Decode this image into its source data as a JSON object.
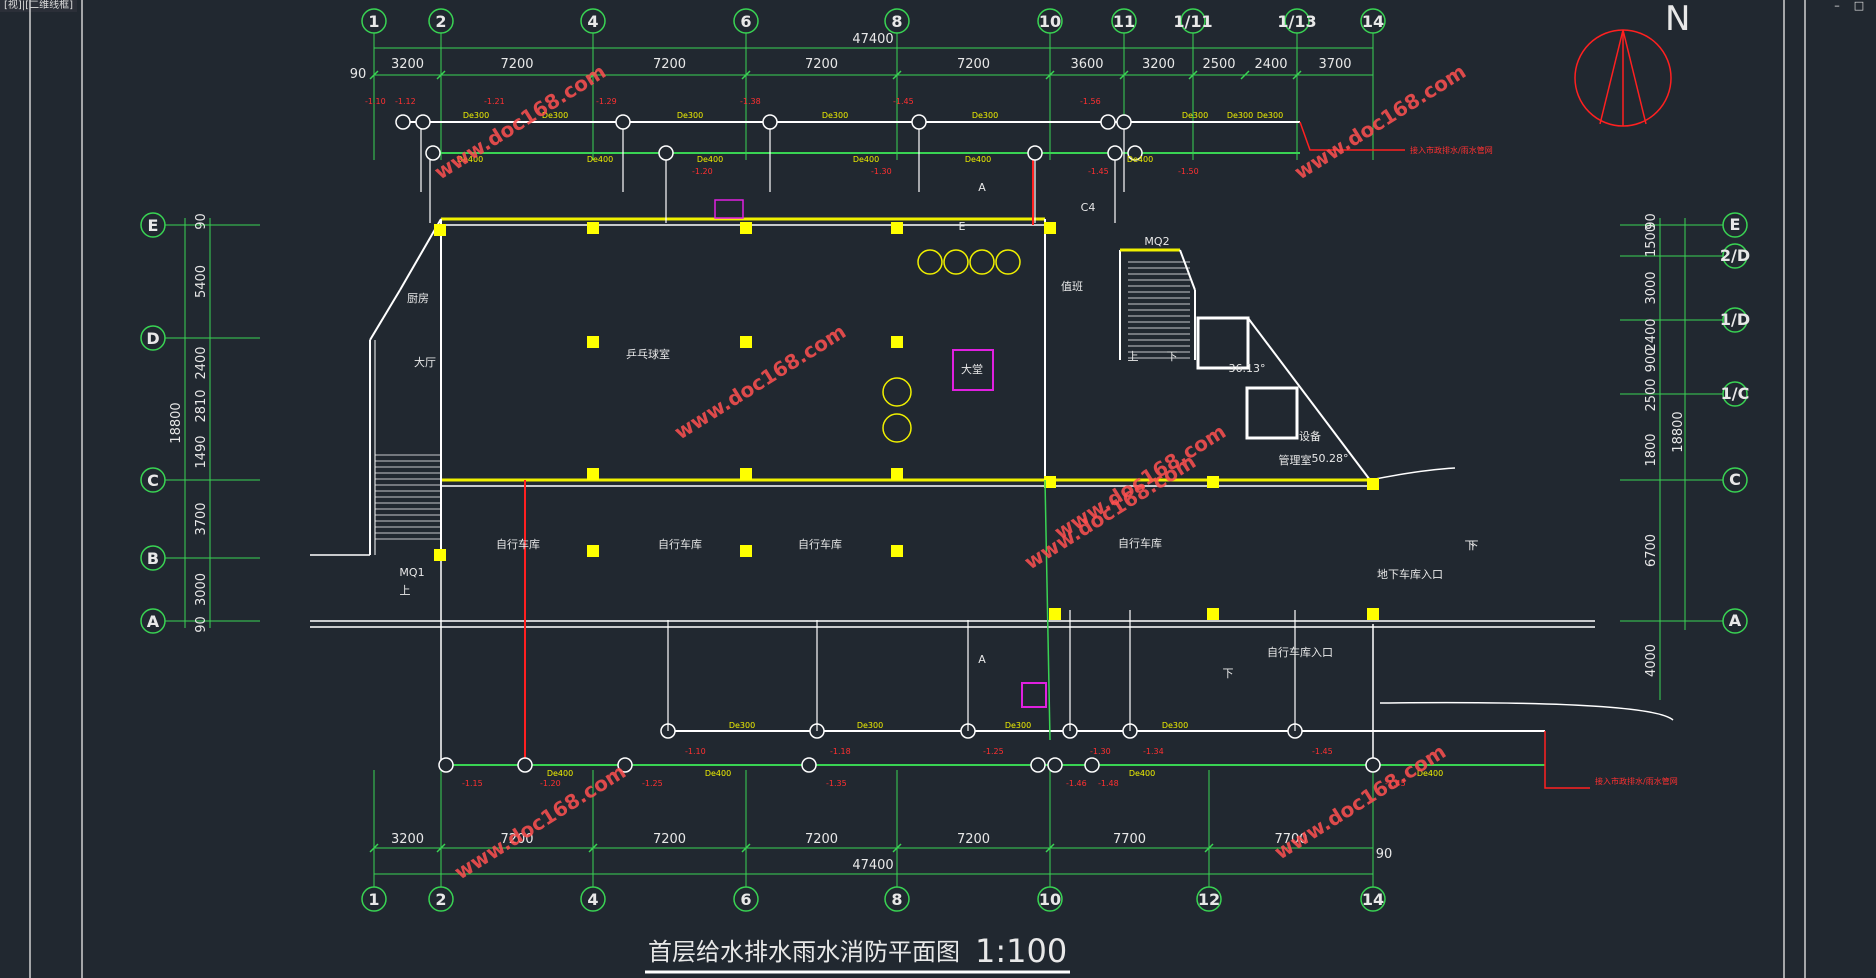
{
  "window": {
    "tab_title": "[视]|[二维线框]",
    "minimize_icon": "minimize-icon",
    "maximize_icon": "maximize-icon"
  },
  "drawing": {
    "title": "首层给水排水雨水消防平面图",
    "scale": "1:100",
    "north_label": "N",
    "top_axes": [
      "1",
      "2",
      "4",
      "6",
      "8",
      "10",
      "11",
      "1/11",
      "1/13",
      "14"
    ],
    "bottom_axes": [
      "1",
      "2",
      "4",
      "6",
      "8",
      "10",
      "12",
      "14"
    ],
    "left_axes": [
      "E",
      "D",
      "C",
      "B",
      "A"
    ],
    "right_axes": [
      "E",
      "2/D",
      "1/D",
      "1/C",
      "C",
      "A"
    ],
    "top_dims": [
      "3200",
      "7200",
      "7200",
      "7200",
      "7200",
      "3600",
      "3200",
      "2500",
      "2400",
      "3700"
    ],
    "top_total": "47400",
    "bottom_dims": [
      "3200",
      "7200",
      "7200",
      "7200",
      "7200",
      "7700",
      "7700"
    ],
    "bottom_total": "47400",
    "left_dims": [
      "90",
      "5400",
      "2400",
      "2810",
      "1490",
      "3700",
      "3000",
      "90"
    ],
    "left_total": "18800",
    "right_dims": [
      "90",
      "1500",
      "3000",
      "2400",
      "900",
      "2500",
      "1800",
      "6700",
      "4000"
    ],
    "right_total": "18800",
    "dim_90": "90",
    "rooms": [
      "乒乓球室",
      "大堂",
      "自行车库",
      "自行车库",
      "自行车库",
      "自行车库",
      "地下车库入口",
      "自行车库入口",
      "管理室",
      "设备",
      "值班",
      "大厅",
      "厨房"
    ],
    "labels": {
      "mq1": "MQ1",
      "mq2": "MQ2",
      "c4": "C4",
      "section_a": "A",
      "section_a2": "A",
      "up": "上",
      "down": "下",
      "up2": "上",
      "down2": "下",
      "down3": "下",
      "down4": "下",
      "e_mark": "E",
      "angle1": "36.13°",
      "angle2": "50.28°"
    },
    "pipe_labels": [
      "De300",
      "De300",
      "De300",
      "De300",
      "De300",
      "De300",
      "De300",
      "De300",
      "De400",
      "De400",
      "De400",
      "De400",
      "De400",
      "De400",
      "De300",
      "De300",
      "De300",
      "De300",
      "De400",
      "De400",
      "De400",
      "De400"
    ],
    "elevations_top": [
      "-1.10",
      "-1.12",
      "-1.21",
      "-1.29",
      "-1.38",
      "-1.45",
      "-1.56",
      "-1.20",
      "-1.30",
      "-1.45",
      "-1.50"
    ],
    "elevations_bottom": [
      "-1.10",
      "-1.18",
      "-1.25",
      "-1.30",
      "-1.34",
      "-1.45",
      "-1.15",
      "-1.20",
      "-1.25",
      "-1.35",
      "-1.46",
      "-1.48",
      "-1.45"
    ],
    "outfall_top": "接入市政排水/雨水管网",
    "outfall_bottom": "接入市政排水/雨水管网",
    "watermark": "www.doc168.com"
  },
  "colors": {
    "background": "#212830",
    "axis": "#39d353",
    "wall": "#ffffff",
    "pipe_yellow": "#f0f000",
    "pipe_red": "#ff2020",
    "column": "#ffff00",
    "magenta": "#e020e0",
    "blue": "#3060ff",
    "dim_line": "#39d353"
  }
}
